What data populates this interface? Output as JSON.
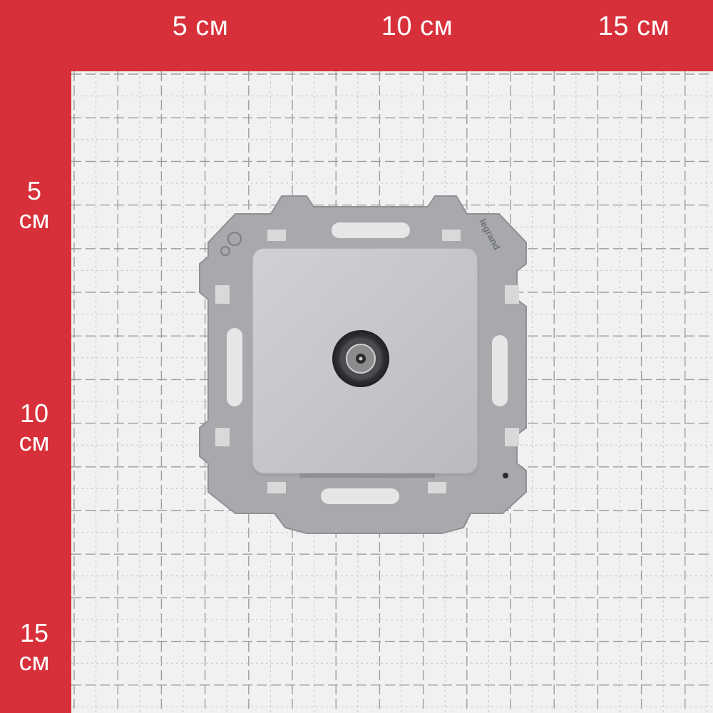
{
  "ruler": {
    "top_labels": [
      "5 см",
      "10 см",
      "15 см"
    ],
    "left_labels": [
      {
        "number": "5",
        "unit": "см"
      },
      {
        "number": "10",
        "unit": "см"
      },
      {
        "number": "15",
        "unit": "см"
      }
    ]
  },
  "colors": {
    "ruler_red": "#d8303a",
    "grid_paper": "#f1f1f1",
    "frame_gray": "#a7a9ac",
    "cover_silver": "#c3c5c8",
    "connector_dark": "#3a3b3d"
  },
  "product": {
    "brand_mark": "legrand",
    "icon": "tv-coax-socket-icon"
  }
}
